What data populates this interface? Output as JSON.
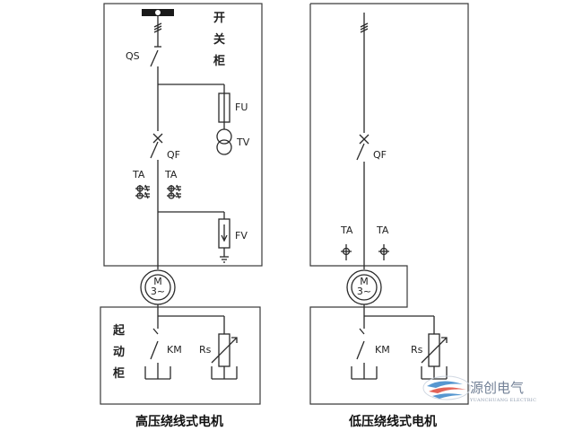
{
  "high_voltage": {
    "switch_cabinet_label": [
      "开",
      "关",
      "柜"
    ],
    "starter_cabinet_label": [
      "起",
      "动",
      "柜"
    ],
    "disconnector": "QS",
    "fuse": "FU",
    "voltage_transformer": "TV",
    "breaker": "QF",
    "current_transformer_left": "TA",
    "current_transformer_right": "TA",
    "surge_arrester": "FV",
    "motor_line1": "M",
    "motor_line2": "3~",
    "contactor": "KM",
    "rheostat": "Rs",
    "caption": "高压绕线式电机"
  },
  "low_voltage": {
    "breaker": "QF",
    "current_transformer_left": "TA",
    "current_transformer_right": "TA",
    "motor_line1": "M",
    "motor_line2": "3~",
    "contactor": "KM",
    "rheostat": "Rs",
    "caption": "低压绕线式电机"
  },
  "watermark": {
    "name": "源创电气",
    "subtitle": "YUANCHUANG ELECTRIC"
  }
}
